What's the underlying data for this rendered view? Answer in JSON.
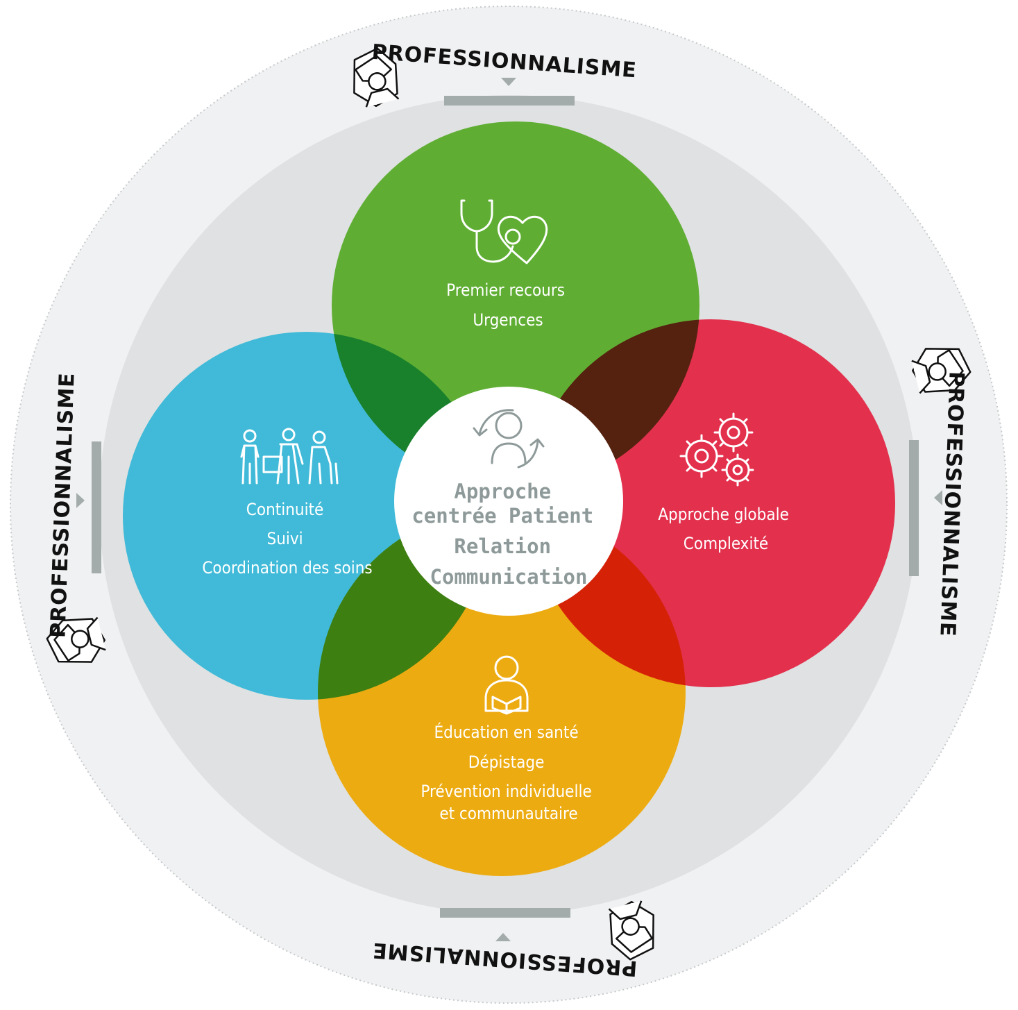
{
  "colors": {
    "outer_ring": "#f0f1f2",
    "inner_disc": "#dfe1e2",
    "green": "#5fae33",
    "blue": "#3bb9d8",
    "red": "#e32a48",
    "orange": "#eea90b",
    "center_text": "#8e9a99",
    "professionalism_text": "#111111"
  },
  "domains": {
    "top": {
      "line1": "Premier recours",
      "line2": "Urgences",
      "icon": "stethoscope-heart-icon"
    },
    "left": {
      "line1": "Continuité",
      "line2": "Suivi",
      "line3": "Coordination des soins",
      "icon": "people-walking-icon"
    },
    "right": {
      "line1": "Approche globale",
      "line2": "Complexité",
      "icon": "gears-icon"
    },
    "bottom": {
      "line1": "Éducation en santé",
      "line2": "Dépistage",
      "line3": "Prévention individuelle",
      "line4": "et communautaire",
      "icon": "person-reading-icon"
    }
  },
  "center": {
    "line1": "Approche",
    "line2": "centrée Patient",
    "line3": "Relation",
    "line4": "Communication",
    "icon": "patient-cycle-icon"
  },
  "professionalism": {
    "top": "PROFESSIONNALISME",
    "right": "PROFESSIONNALISME",
    "bottom": "PROFESSIONNALISME",
    "left": "PROFESSIONNALISME",
    "icon": "professional-portrait-icon"
  }
}
